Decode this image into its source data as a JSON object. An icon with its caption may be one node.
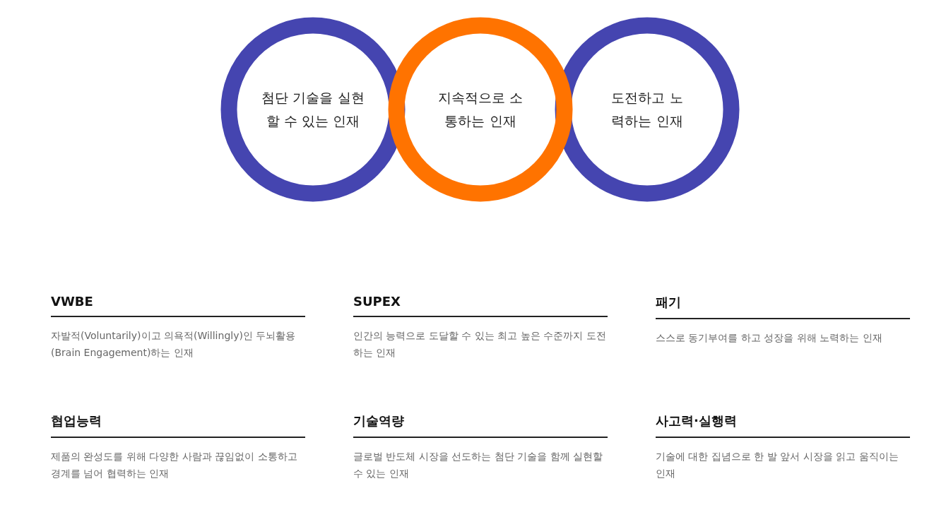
{
  "diagram": {
    "nodes": [
      {
        "text": [
          "첨단 기술을 실현할 수 있는 인재"
        ]
      },
      {
        "text": [
          "지속적으로 소통하는 인재"
        ]
      },
      {
        "text": [
          "도전하고 노력하는 인재"
        ]
      }
    ],
    "labels": [
      "VWBE",
      "자발적(Voluntarily)이고 의욕적(Willingly)인 두뇌활용(Brain Engagement)하는 인재",
      "SUPEX",
      "인간의 능력으로 도달할 수 있는 최고 높은 수준까지 도전하는 인재",
      "패기",
      "스스로 동기부여를 하고 성장을 위해 노력하는 인재",
      "협업능력",
      "제품의 완성도를 위해 다양한 사람과 끊임없이 소통하고 경계를 넘어 협력하는 인재",
      "기술역량",
      "글로벌 반도체 시장을 선도하는 첨단 기술을 함께 실현할 수 있는 인재",
      "사고력·실행력",
      "기술에 대한 집념으로 한 발 앞서 시장을 읽고 움직이는 인재"
    ]
  }
}
